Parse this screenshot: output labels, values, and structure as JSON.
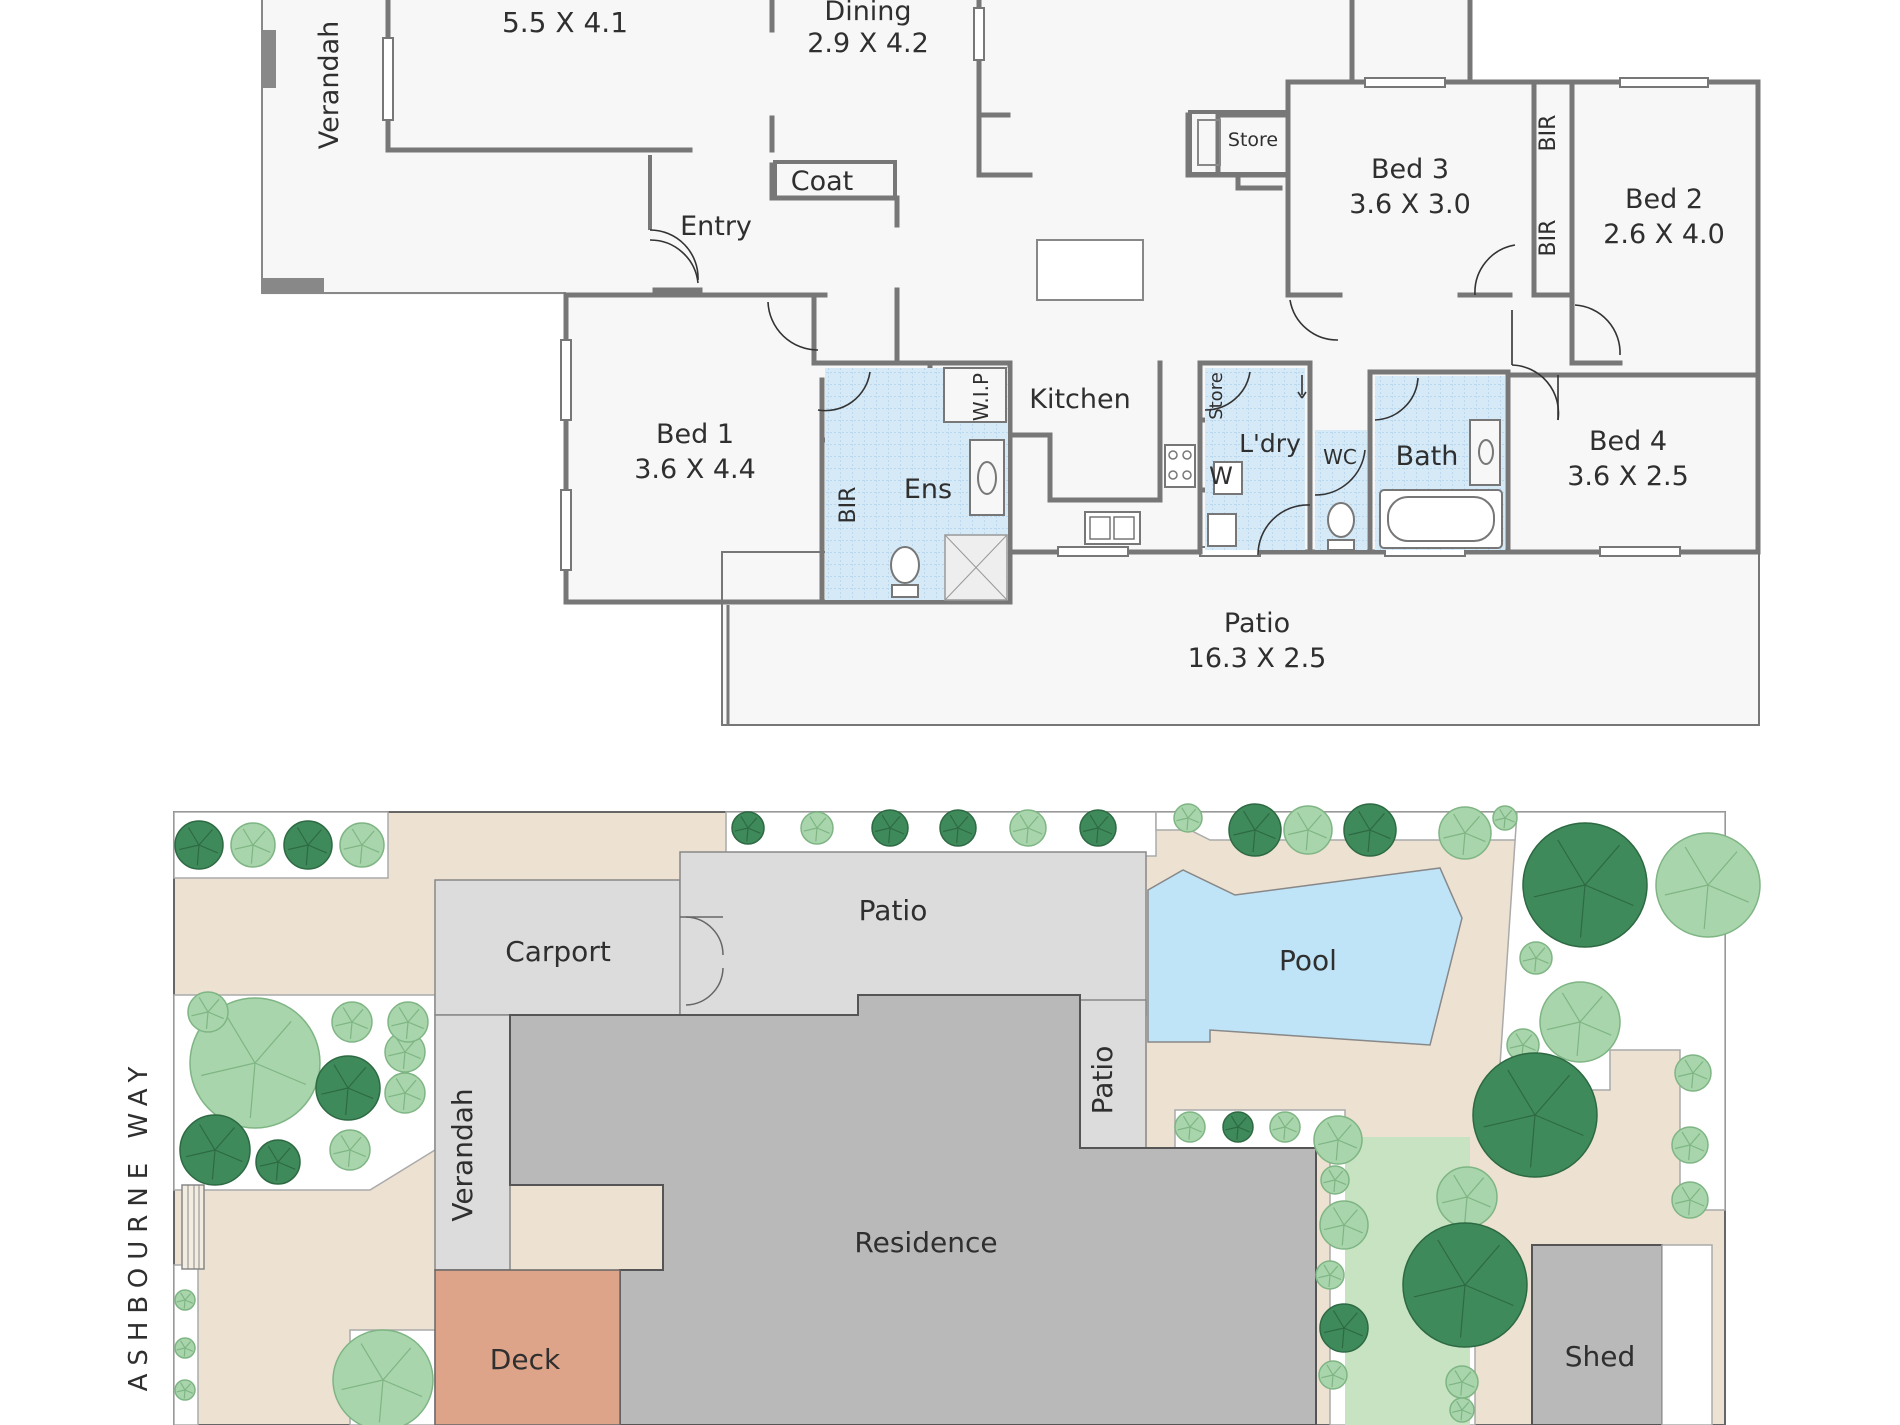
{
  "floor_plan": {
    "rooms": [
      {
        "id": "living",
        "name": "",
        "dims": "5.5 X 4.1"
      },
      {
        "id": "dining",
        "name": "Dining",
        "dims": "2.9 X 4.2"
      },
      {
        "id": "verandah",
        "name": "Verandah",
        "dims": ""
      },
      {
        "id": "coat",
        "name": "Coat",
        "dims": ""
      },
      {
        "id": "entry",
        "name": "Entry",
        "dims": ""
      },
      {
        "id": "store1",
        "name": "Store",
        "dims": ""
      },
      {
        "id": "bed3",
        "name": "Bed 3",
        "dims": "3.6 X 3.0"
      },
      {
        "id": "bed2",
        "name": "Bed 2",
        "dims": "2.6 X 4.0"
      },
      {
        "id": "bir_b3",
        "name": "BIR",
        "dims": ""
      },
      {
        "id": "bir_b2",
        "name": "BIR",
        "dims": ""
      },
      {
        "id": "bed1",
        "name": "Bed 1",
        "dims": "3.6 X 4.4"
      },
      {
        "id": "bir_b1",
        "name": "BIR",
        "dims": ""
      },
      {
        "id": "wip",
        "name": "W.I.P",
        "dims": ""
      },
      {
        "id": "kitchen",
        "name": "Kitchen",
        "dims": ""
      },
      {
        "id": "ens",
        "name": "Ens",
        "dims": ""
      },
      {
        "id": "store2",
        "name": "Store",
        "dims": ""
      },
      {
        "id": "laundry",
        "name": "L'dry",
        "dims": ""
      },
      {
        "id": "washer",
        "name": "W",
        "dims": ""
      },
      {
        "id": "wc",
        "name": "WC",
        "dims": ""
      },
      {
        "id": "bath",
        "name": "Bath",
        "dims": ""
      },
      {
        "id": "bed4",
        "name": "Bed 4",
        "dims": "3.6 X 2.5"
      },
      {
        "id": "patio",
        "name": "Patio",
        "dims": "16.3 X 2.5"
      }
    ]
  },
  "site_plan": {
    "street": "ASHBOURNE WAY",
    "areas": {
      "carport": "Carport",
      "patio_top": "Patio",
      "patio_side": "Patio",
      "pool": "Pool",
      "verandah": "Verandah",
      "residence": "Residence",
      "deck": "Deck",
      "shed": "Shed"
    },
    "colors": {
      "lawn": "#ede1d1",
      "paving": "#dcdcdc",
      "residence": "#b9b9b9",
      "pool": "#bfe3f7",
      "deck": "#dea48a",
      "grass": "#c8e3c2",
      "tree_dark": "#3f8a5a",
      "tree_light": "#a8d5ab"
    }
  }
}
